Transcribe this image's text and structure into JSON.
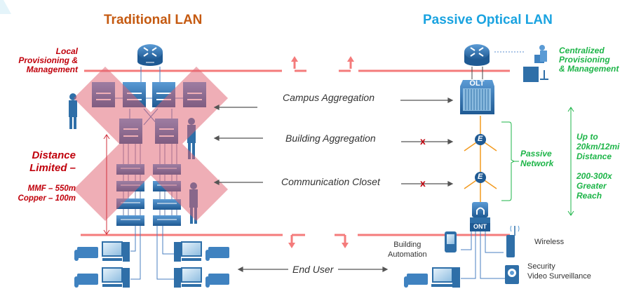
{
  "titles": {
    "left": "Traditional LAN",
    "right": "Passive Optical LAN"
  },
  "left_notes": {
    "provisioning": [
      "Local",
      "Provisioning &",
      "Management"
    ],
    "distance": [
      "Distance",
      "Limited –"
    ],
    "limits": [
      "MMF – 550m",
      "Copper – 100m"
    ]
  },
  "center_labels": {
    "campus": "Campus Aggregation",
    "building": "Building Aggregation",
    "closet": "Communication Closet",
    "end_user": "End User"
  },
  "right_notes": {
    "provisioning": [
      "Centralized",
      "Provisioning",
      "& Management"
    ],
    "passive": [
      "Passive",
      "Network"
    ],
    "reach": [
      "Up to",
      "20km/12mi",
      "Distance",
      "",
      "200-300x",
      "Greater",
      "Reach"
    ]
  },
  "devices": {
    "olt": "OLT",
    "ont": "ONT",
    "splitter": "E",
    "building_automation": [
      "Building",
      "Automation"
    ],
    "wireless": "Wireless",
    "security": [
      "Security",
      "Video Surveillance"
    ]
  },
  "eliminated_marker": "x",
  "colors": {
    "traditional": "#c55a11",
    "pon": "#1aa3e0",
    "warning_red": "#c0000b",
    "green": "#1db548",
    "salmon": "#f47b7b",
    "device_blue": "#2f6fa8",
    "fiber_orange": "#f39a1e"
  }
}
